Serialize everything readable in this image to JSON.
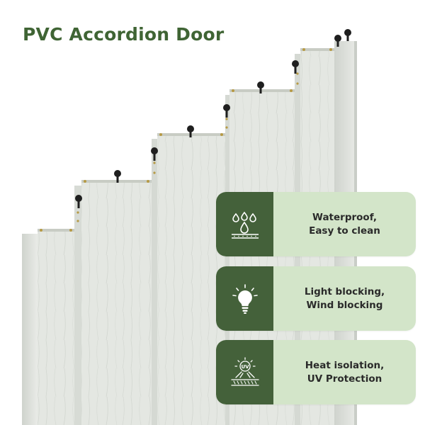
{
  "title": "PVC Accordion Door",
  "colors": {
    "brand_green": "#3f6434",
    "icon_box": "#44613a",
    "card_bg": "#d3e5c9",
    "panel": "#e3e6e1"
  },
  "features": [
    {
      "label": "Waterproof,\nEasy to clean",
      "icon": "water-drops-icon"
    },
    {
      "label": "Light blocking,\nWind blocking",
      "icon": "lightbulb-icon"
    },
    {
      "label": "Heat isolation,\nUV Protection",
      "icon": "uv-shield-icon"
    }
  ],
  "uv_icon_text": "UV"
}
